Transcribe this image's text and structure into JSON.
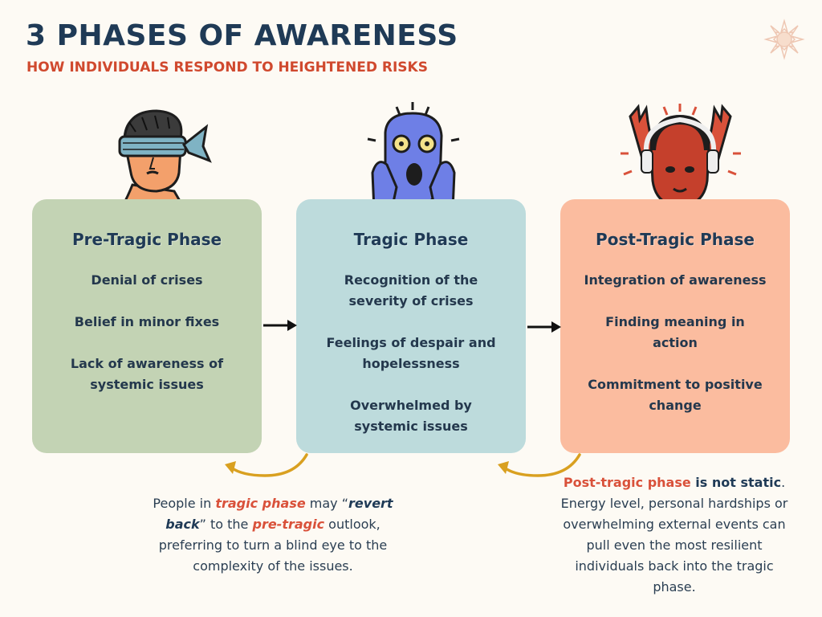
{
  "header": {
    "title": "3 PHASES OF AWARENESS",
    "subtitle": "HOW INDIVIDUALS RESPOND TO HEIGHTENED RISKS"
  },
  "phases": [
    {
      "title": "Pre-Tragic Phase",
      "color": "#c3d3b4",
      "items": [
        "Denial of crises",
        "Belief in minor fixes",
        "Lack of awareness of systemic issues"
      ]
    },
    {
      "title": "Tragic Phase",
      "color": "#bddbdc",
      "items": [
        "Recognition of the severity of crises",
        "Feelings of despair and hopelessness",
        "Overwhelmed by systemic issues"
      ]
    },
    {
      "title": "Post-Tragic Phase",
      "color": "#fbbc9f",
      "items": [
        "Integration of awareness",
        "Finding meaning in action",
        "Commitment to positive change"
      ]
    }
  ],
  "notes": {
    "left": {
      "p1": "People in ",
      "p2": "tragic phase",
      "p3": " may “",
      "p4": "revert back",
      "p5": "” to the ",
      "p6": "pre-tragic",
      "p7": " outlook, preferring to turn a blind eye to the complexity of the issues."
    },
    "right": {
      "p1": "Post-tragic phase",
      "p2": " is not static",
      "p3": ". Energy level, personal hardships or overwhelming external events can pull even the most resilient individuals back into the tragic phase."
    }
  },
  "icons": {
    "logo": "sun-flower-logo",
    "figure1": "blindfolded-person-icon",
    "figure2": "screaming-person-icon",
    "figure3": "celebrating-person-icon"
  },
  "colors": {
    "navy": "#1f3a56",
    "accent_red": "#d0492e",
    "arrow_gold": "#d9a020"
  }
}
